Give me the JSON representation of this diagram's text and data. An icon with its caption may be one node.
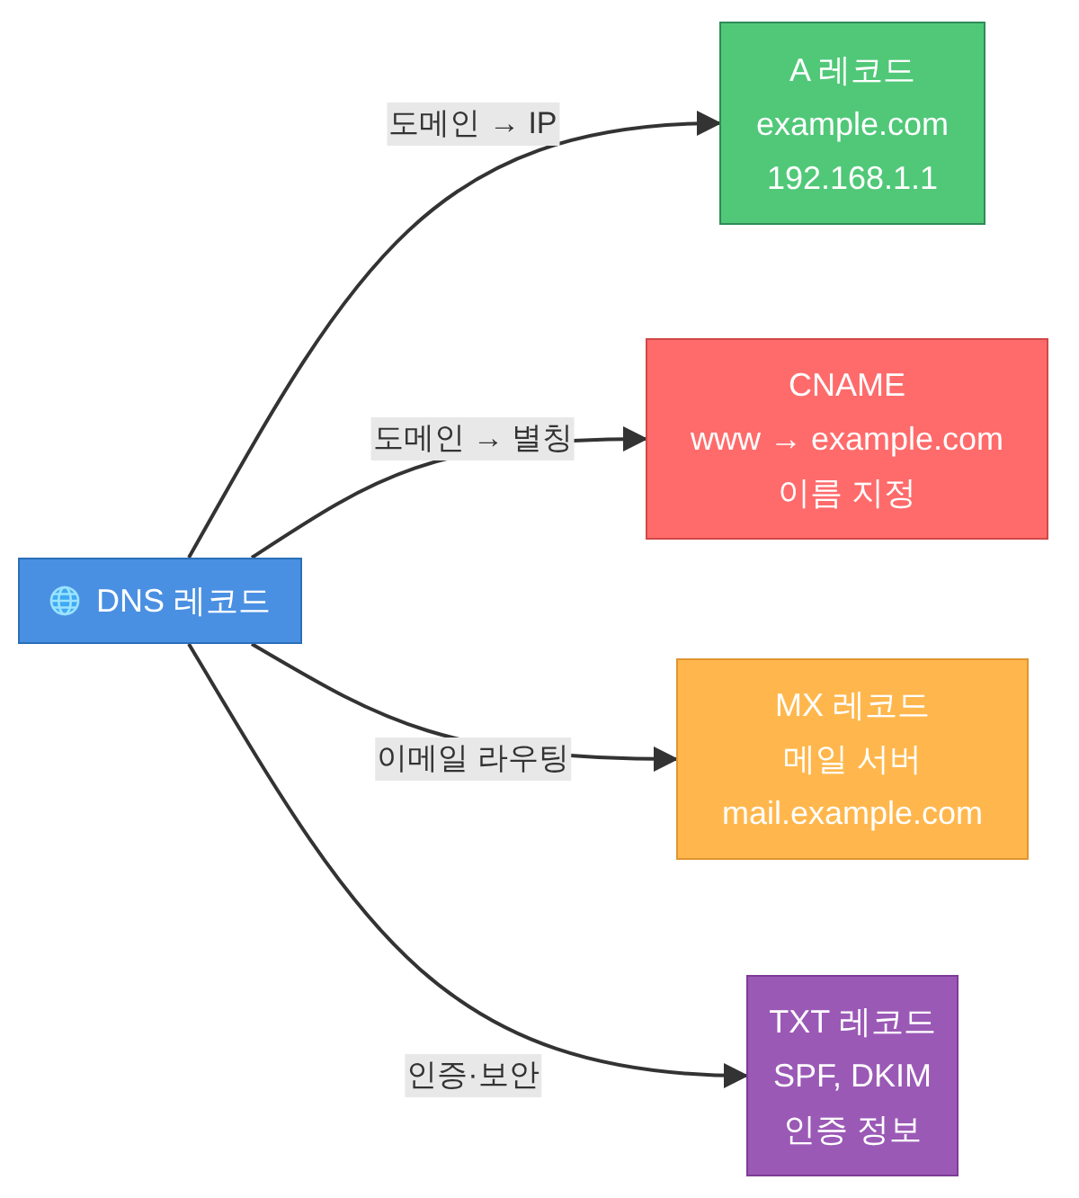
{
  "diagram": {
    "nodes": [
      {
        "text": [
          "DNS 레코드"
        ]
      },
      {
        "text": [
          "A 레코드",
          "example.com",
          "192.168.1.1"
        ]
      },
      {
        "text": [
          "CNAME",
          "www → example.com",
          "이름 지정"
        ]
      },
      {
        "text": [
          "MX 레코드",
          "메일 서버",
          "mail.example.com"
        ]
      },
      {
        "text": [
          "TXT 레코드",
          "SPF, DKIM",
          "인증 정보"
        ]
      }
    ],
    "edges": [
      {
        "from": 0,
        "to": 1,
        "arrow": "to",
        "label": "도메인 → IP"
      },
      {
        "from": 0,
        "to": 2,
        "arrow": "to",
        "label": "도메인 → 별칭"
      },
      {
        "from": 0,
        "to": 3,
        "arrow": "to",
        "label": "이메일 라우팅"
      },
      {
        "from": 0,
        "to": 4,
        "arrow": "to",
        "label": "인증·보안"
      }
    ]
  }
}
